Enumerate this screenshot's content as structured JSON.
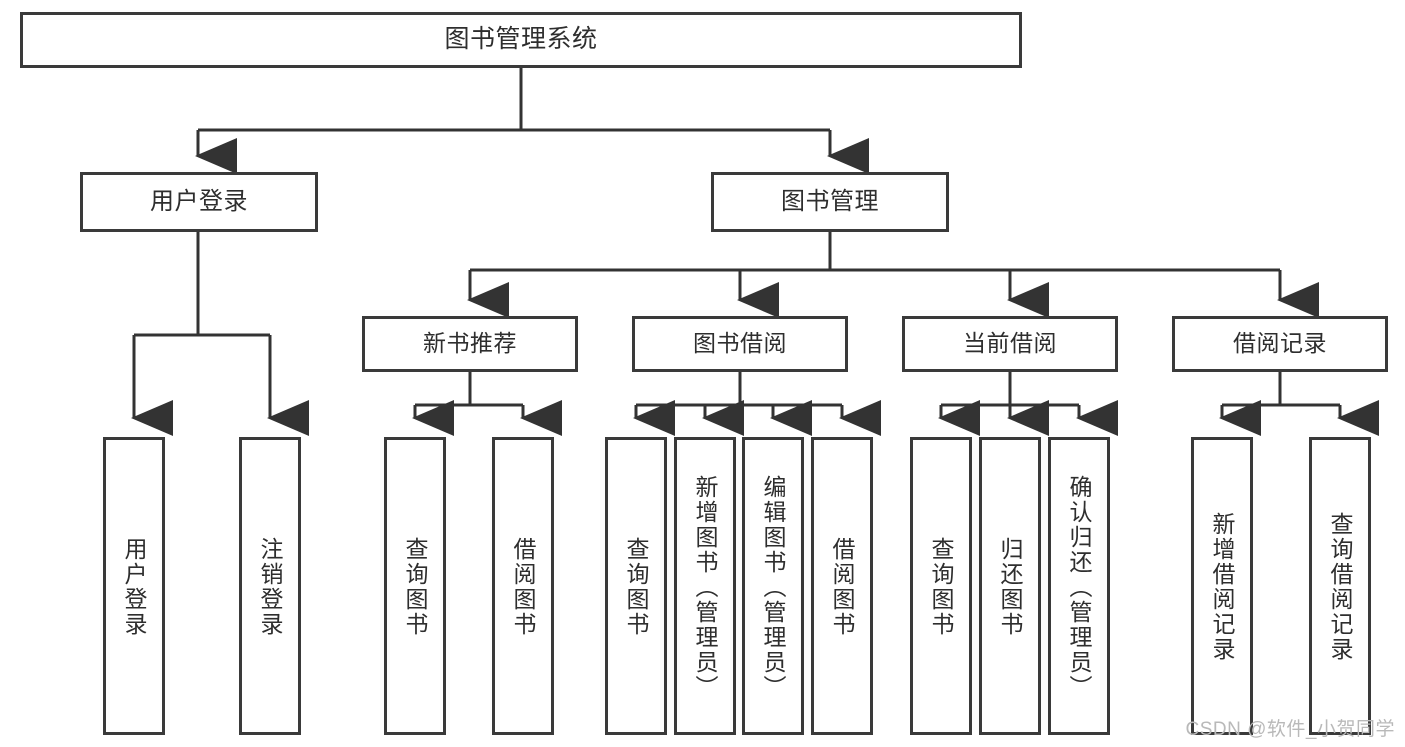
{
  "diagram": {
    "title": "图书管理系统",
    "type": "hierarchy-tree",
    "watermark": "CSDN @软件_小贺同学",
    "colors": {
      "box_border": "#3a3a3a",
      "box_fill": "#ffffff",
      "edge": "#333333",
      "text": "#2e2e2e",
      "watermark": "#b9b9b9"
    },
    "nodes": {
      "root": {
        "label": "图书管理系统"
      },
      "level2": [
        {
          "id": "user-login",
          "label": "用户登录"
        },
        {
          "id": "book-manage",
          "label": "图书管理"
        }
      ],
      "level3": [
        {
          "id": "new-book-rec",
          "label": "新书推荐"
        },
        {
          "id": "book-borrow",
          "label": "图书借阅"
        },
        {
          "id": "current-borrow",
          "label": "当前借阅"
        },
        {
          "id": "borrow-record",
          "label": "借阅记录"
        }
      ],
      "leaves": {
        "user-login": [
          {
            "id": "leaf-user-login",
            "label": "用户登录"
          },
          {
            "id": "leaf-logout",
            "label": "注销登录"
          }
        ],
        "new-book-rec": [
          {
            "id": "leaf-query-book-1",
            "label": "查询图书"
          },
          {
            "id": "leaf-borrow-book-1",
            "label": "借阅图书"
          }
        ],
        "book-borrow": [
          {
            "id": "leaf-query-book-2",
            "label": "查询图书"
          },
          {
            "id": "leaf-add-book",
            "label": "新增图书（管理员）"
          },
          {
            "id": "leaf-edit-book",
            "label": "编辑图书（管理员）"
          },
          {
            "id": "leaf-borrow-book-2",
            "label": "借阅图书"
          }
        ],
        "current-borrow": [
          {
            "id": "leaf-query-book-3",
            "label": "查询图书"
          },
          {
            "id": "leaf-return-book",
            "label": "归还图书"
          },
          {
            "id": "leaf-confirm-return",
            "label": "确认归还（管理员）"
          }
        ],
        "borrow-record": [
          {
            "id": "leaf-add-record",
            "label": "新增借阅记录"
          },
          {
            "id": "leaf-query-record",
            "label": "查询借阅记录"
          }
        ]
      }
    }
  }
}
